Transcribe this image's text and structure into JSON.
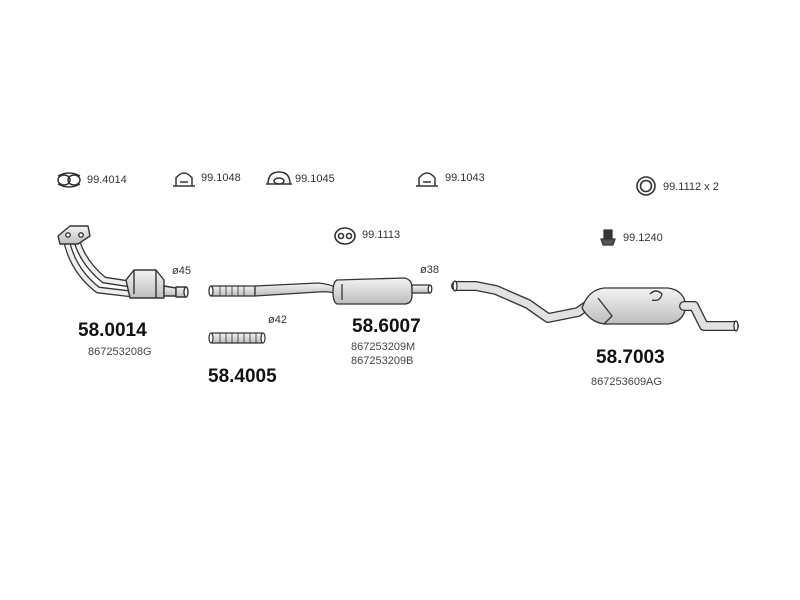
{
  "accessories": {
    "a1": "99.4014",
    "a2": "99.1048",
    "a3": "99.1045",
    "a4": "99.1043",
    "a5": "99.1112  x 2",
    "a6": "99.1113",
    "a7": "99.1240"
  },
  "parts": {
    "p1": {
      "number": "58.0014",
      "ref": "867253208G",
      "diameter": "ø45"
    },
    "p2": {
      "number": "58.4005",
      "diameter": "ø42"
    },
    "p3": {
      "number": "58.6007",
      "ref1": "867253209M",
      "ref2": "867253209B",
      "diameter": "ø38"
    },
    "p4": {
      "number": "58.7003",
      "ref": "867253609AG"
    }
  },
  "colors": {
    "part_fill": "#e4e4e4",
    "part_stroke": "#333333",
    "text": "#333333"
  }
}
